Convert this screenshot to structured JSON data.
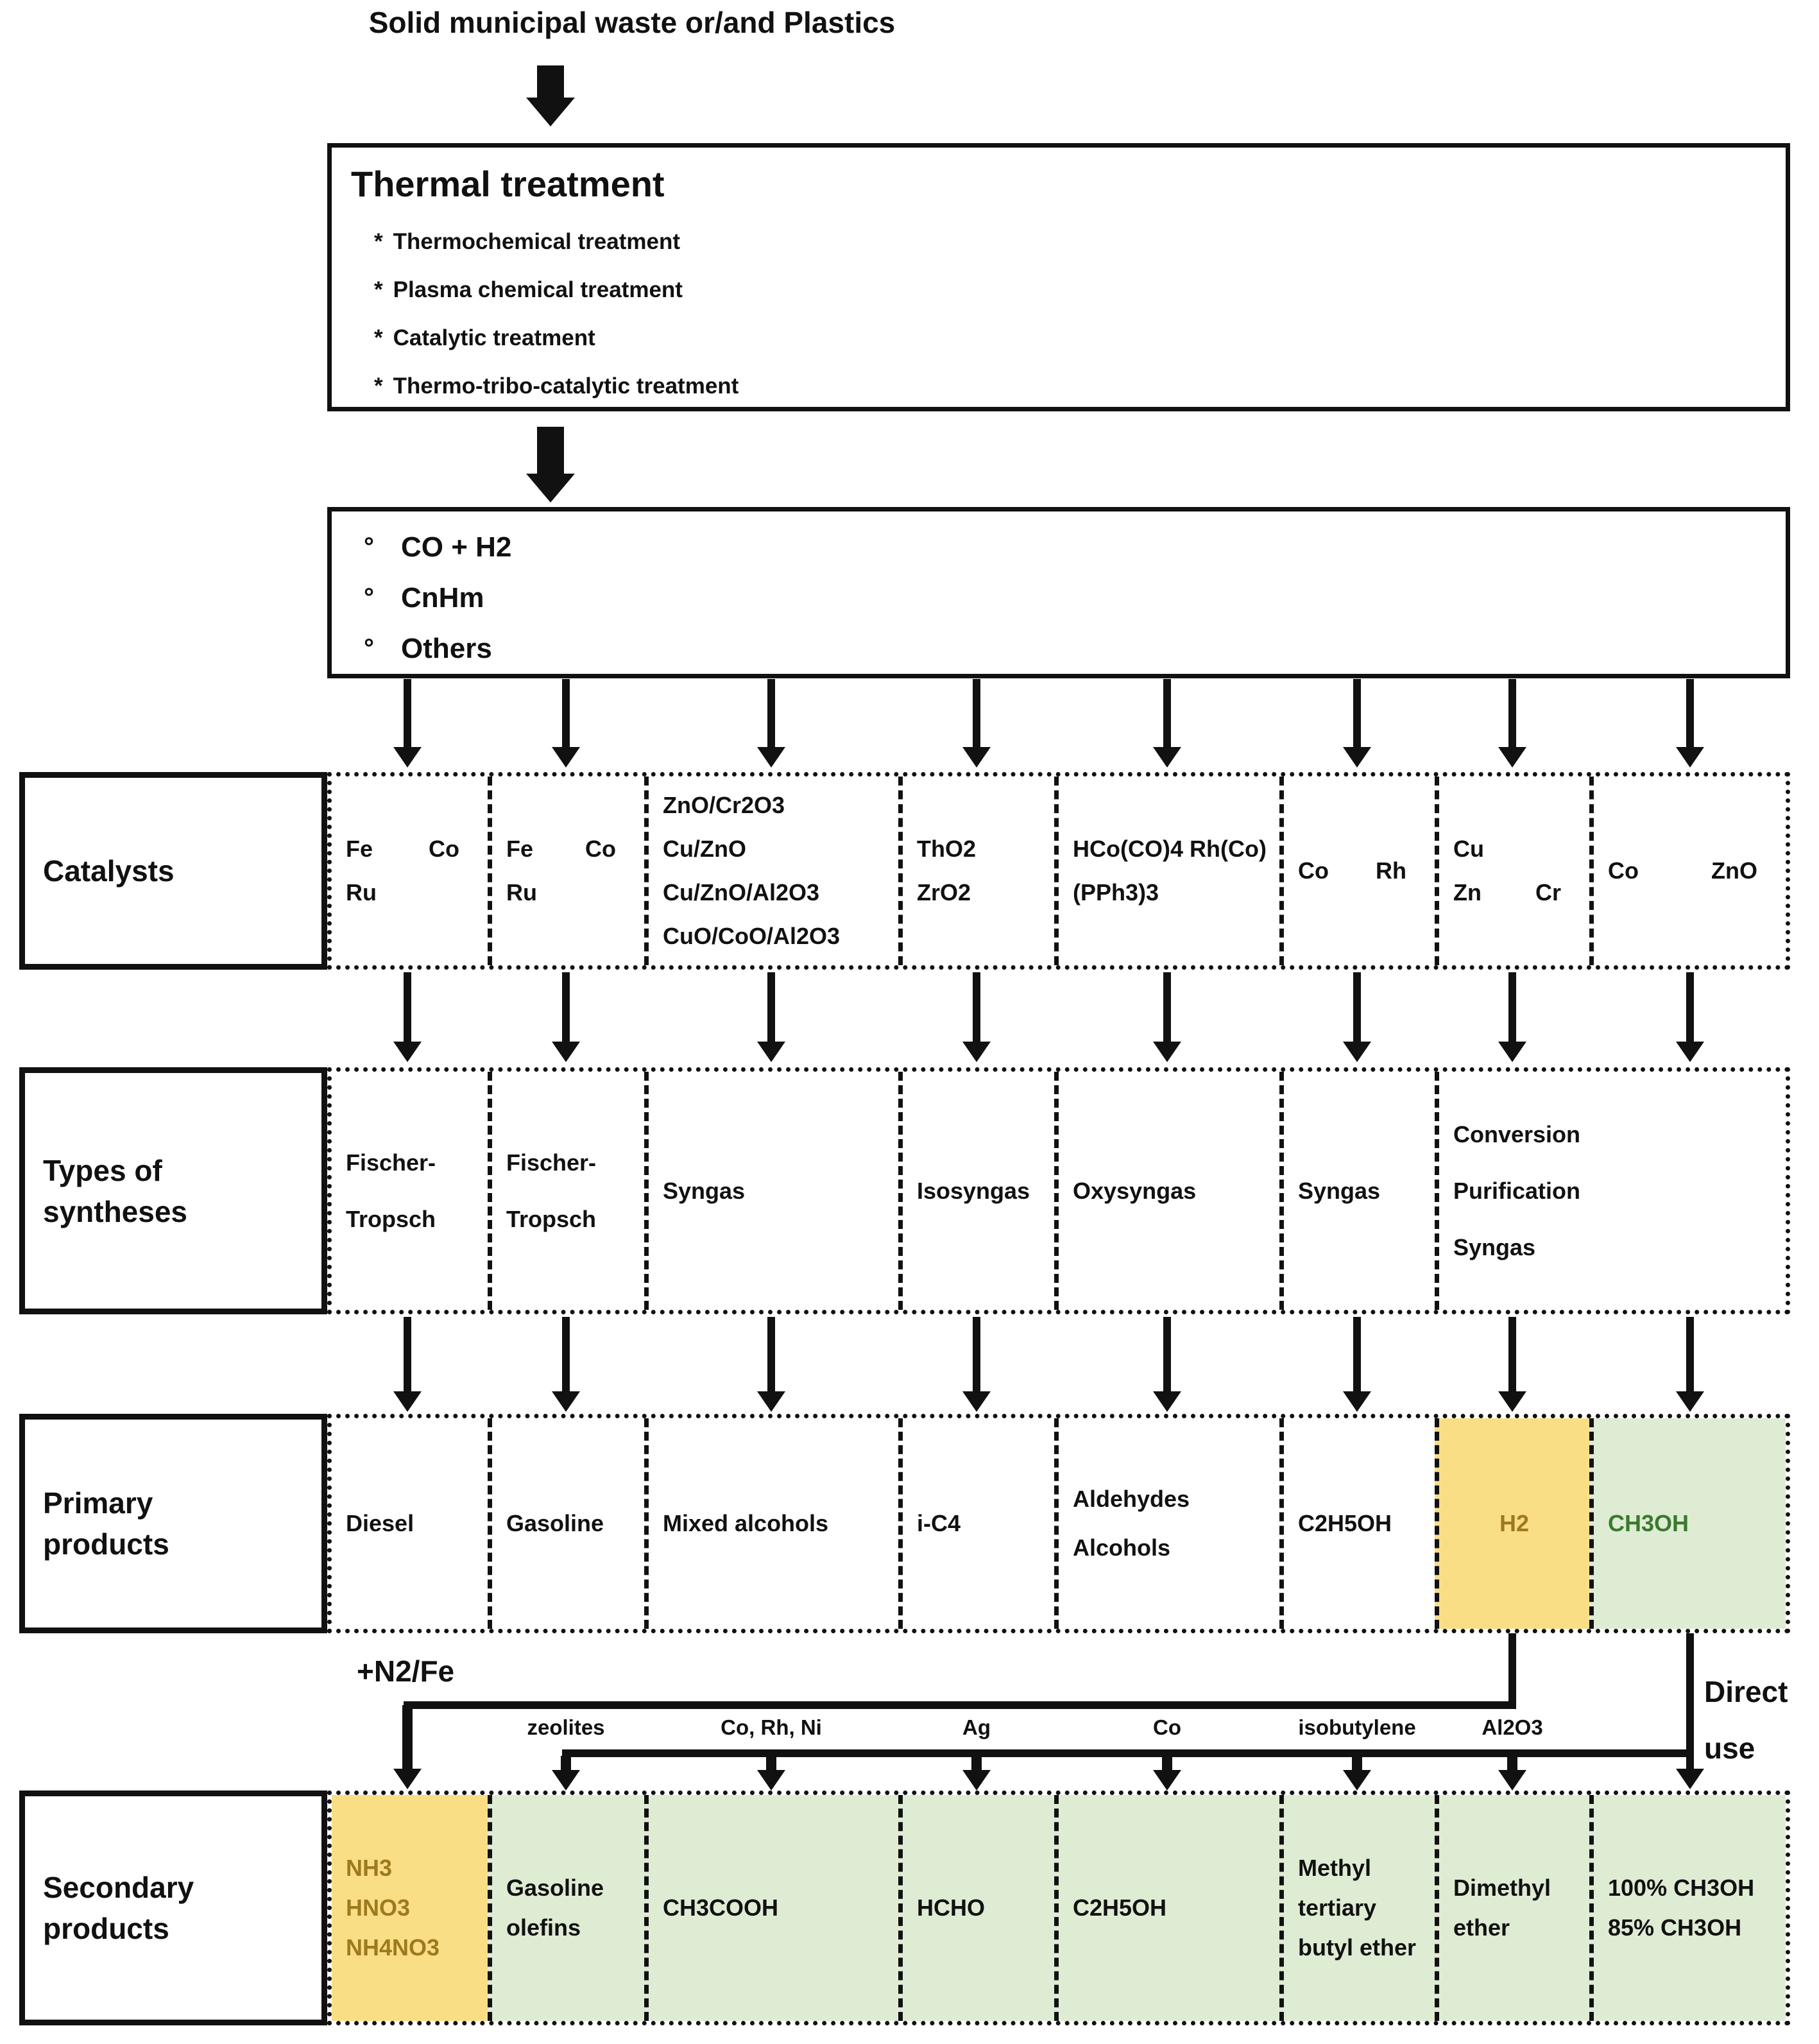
{
  "title": "Solid municipal waste or/and Plastics",
  "thermal_box": {
    "heading": "Thermal treatment",
    "bullet": "*",
    "items": [
      "Thermochemical treatment",
      "Plasma chemical treatment",
      "Catalytic treatment",
      "Thermo-tribo-catalytic treatment"
    ]
  },
  "gas_box": {
    "bullet": "°",
    "items": [
      "CO + H2",
      "CnHm",
      "Others"
    ]
  },
  "catalysts_row": {
    "label_lines": [
      "Catalysts"
    ],
    "cells": [
      {
        "lines": [
          [
            "Fe",
            "Co"
          ],
          [
            "Ru"
          ]
        ]
      },
      {
        "lines": [
          [
            "Fe",
            "Co"
          ],
          [
            "Ru"
          ]
        ]
      },
      {
        "lines": [
          [
            "ZnO/Cr2O3"
          ],
          [
            "Cu/ZnO"
          ],
          [
            "Cu/ZnO/Al2O3"
          ],
          [
            "CuO/CoO/Al2O3"
          ]
        ]
      },
      {
        "lines": [
          [
            "ThO2"
          ],
          [
            "ZrO2"
          ]
        ]
      },
      {
        "lines": [
          [
            "HCo(CO)4 Rh(Co)"
          ],
          [
            "(PPh3)3"
          ]
        ]
      },
      {
        "lines": [
          [
            "Co",
            "Rh"
          ]
        ]
      },
      {
        "lines": [
          [
            "Cu"
          ],
          [
            "Zn",
            "Cr"
          ]
        ]
      },
      {
        "lines": [
          [
            "Co",
            "ZnO"
          ]
        ]
      }
    ]
  },
  "syntheses_row": {
    "label_lines": [
      "Types of",
      "syntheses"
    ],
    "cells": [
      {
        "lines": [
          [
            "Fischer-"
          ],
          [
            "Tropsch"
          ]
        ]
      },
      {
        "lines": [
          [
            "Fischer-"
          ],
          [
            "Tropsch"
          ]
        ]
      },
      {
        "lines": [
          [
            "Syngas"
          ]
        ]
      },
      {
        "lines": [
          [
            "Isosyngas"
          ]
        ]
      },
      {
        "lines": [
          [
            "Oxysyngas"
          ]
        ]
      },
      {
        "lines": [
          [
            "Syngas"
          ]
        ]
      },
      {
        "lines": [
          [
            "Conversion"
          ],
          [
            "Purification"
          ],
          [
            "Syngas"
          ]
        ]
      }
    ]
  },
  "primary_row": {
    "label_lines": [
      "Primary",
      "products"
    ],
    "cells": [
      {
        "lines": [
          [
            "Diesel"
          ]
        ]
      },
      {
        "lines": [
          [
            "Gasoline"
          ]
        ]
      },
      {
        "lines": [
          [
            "Mixed alcohols"
          ]
        ]
      },
      {
        "lines": [
          [
            "i-C4"
          ]
        ]
      },
      {
        "lines": [
          [
            "Aldehydes"
          ],
          [
            "Alcohols"
          ]
        ]
      },
      {
        "lines": [
          [
            "C2H5OH"
          ]
        ]
      },
      {
        "lines": [
          [
            "H2"
          ]
        ],
        "highlight": "yellow"
      },
      {
        "lines": [
          [
            "CH3OH"
          ]
        ],
        "highlight": "green"
      }
    ]
  },
  "connector": {
    "n2_label": "+N2/Fe",
    "branch_labels": [
      "zeolites",
      "Co, Rh, Ni",
      "Ag",
      "Co",
      "isobutylene",
      "Al2O3"
    ],
    "direct_use_lines": [
      "Direct",
      "use"
    ]
  },
  "secondary_row": {
    "label_lines": [
      "Secondary",
      "products"
    ],
    "cells": [
      {
        "lines": [
          [
            "NH3"
          ],
          [
            "HNO3"
          ],
          [
            "NH4NO3"
          ]
        ],
        "highlight": "yellow"
      },
      {
        "lines": [
          [
            "Gasoline"
          ],
          [
            "olefins"
          ]
        ],
        "highlight": "green"
      },
      {
        "lines": [
          [
            "CH3COOH"
          ]
        ],
        "highlight": "green"
      },
      {
        "lines": [
          [
            "HCHO"
          ]
        ],
        "highlight": "green"
      },
      {
        "lines": [
          [
            "C2H5OH"
          ]
        ],
        "highlight": "green"
      },
      {
        "lines": [
          [
            "Methyl"
          ],
          [
            "tertiary"
          ],
          [
            "butyl ether"
          ]
        ],
        "highlight": "green"
      },
      {
        "lines": [
          [
            "Dimethyl"
          ],
          [
            "ether"
          ]
        ],
        "highlight": "green"
      },
      {
        "lines": [
          [
            "100% CH3OH"
          ],
          [
            "85% CH3OH"
          ]
        ],
        "highlight": "green"
      }
    ]
  },
  "colors": {
    "highlight_yellow": "#FADE85",
    "highlight_green": "#DFECD4",
    "text_gold": "#9E7A1E",
    "text_green": "#3A7A2E",
    "line_black": "#111111"
  }
}
